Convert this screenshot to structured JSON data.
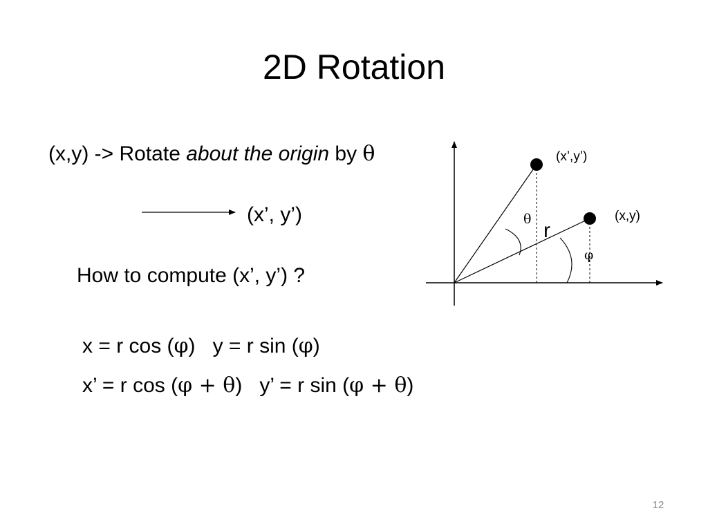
{
  "slide": {
    "title": "2D Rotation",
    "page_number": "12"
  },
  "statement": {
    "prefix": "(x,y)  -> Rotate ",
    "emphasis": "about the origin",
    "suffix": " by ",
    "theta": "θ"
  },
  "arrow_target": "(x’, y’)",
  "question": "How to compute (x’, y’) ?",
  "eq1": {
    "x_lhs": "x =  r cos (",
    "phi": "φ",
    "x_close": ")",
    "y_lhs": "y = r sin (",
    "y_close": ")"
  },
  "eq2": {
    "x_lhs": "x’ =  r cos (",
    "sum": "φ + θ",
    "x_close": ")",
    "y_lhs": "y’ = r sin (",
    "y_close": ")"
  },
  "diagram": {
    "point_rotated_label": "(x’,y’)",
    "point_original_label": "(x,y)",
    "radius_label": "r",
    "theta_label": "θ",
    "phi_label": "φ"
  }
}
